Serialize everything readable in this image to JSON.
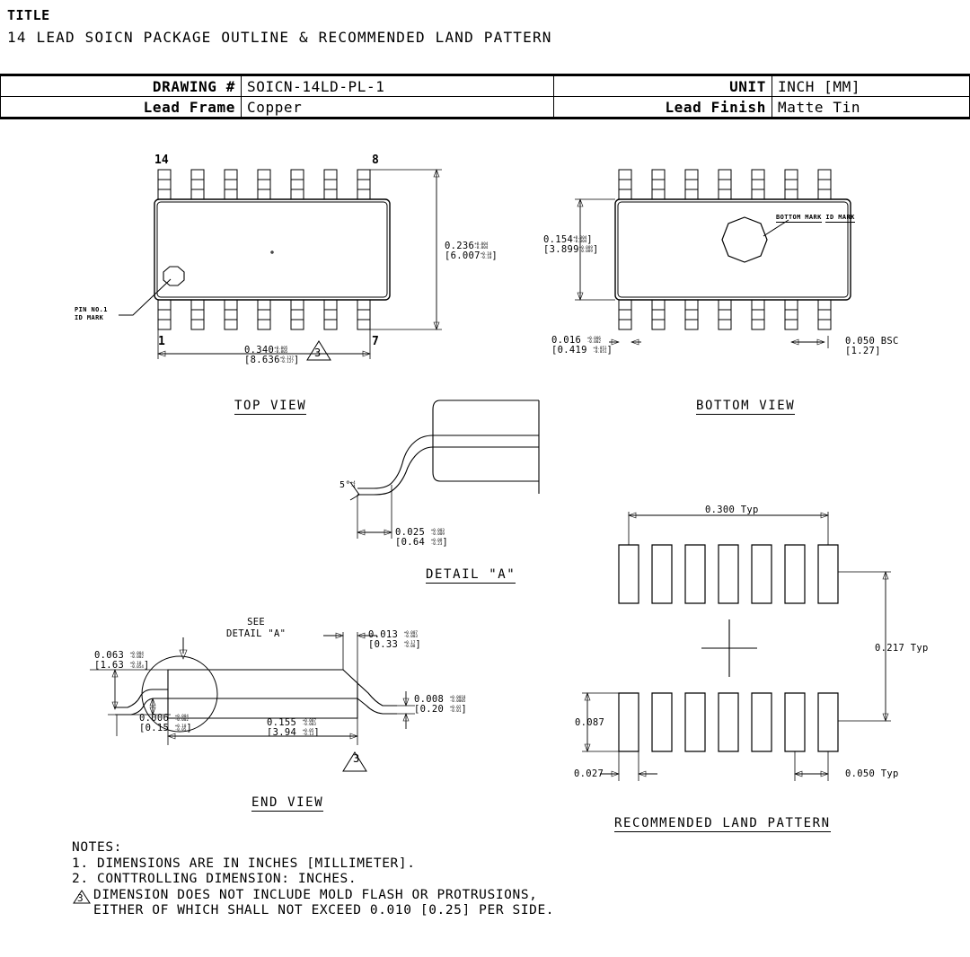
{
  "header": {
    "title_label": "TITLE",
    "title_text": "14 LEAD SOICN PACKAGE OUTLINE & RECOMMENDED LAND PATTERN",
    "table": {
      "rows": [
        {
          "label1": "DRAWING #",
          "value1": "SOICN-14LD-PL-1",
          "label2": "UNIT",
          "value2": "INCH [MM]"
        },
        {
          "label1": "Lead Frame",
          "value1": "Copper",
          "label2": "Lead Finish",
          "value2": "Matte Tin"
        }
      ]
    }
  },
  "views": {
    "top": {
      "name": "TOP VIEW",
      "pin_top_left": "14",
      "pin_top_right": "8",
      "pin_bottom_left": "1",
      "pin_bottom_right": "7",
      "id_mark_line1": "PIN NO.1",
      "id_mark_line2": "ID MARK",
      "height_inch": "0.236",
      "height_inch_tol_plus": "+0.004",
      "height_inch_tol_minus": "-0.004",
      "height_mm": "[6.007",
      "height_mm_tol_plus": "+0.10",
      "height_mm_tol_minus": "-0.10",
      "width_inch": "0.340",
      "width_inch_tol_plus": "+0.005",
      "width_inch_tol_minus": "-0.005",
      "width_mm": "[8.636",
      "width_mm_tol_plus": "+0.127",
      "width_mm_tol_minus": "-0.127",
      "note_ref": "3"
    },
    "bottom": {
      "name": "BOTTOM VIEW",
      "mark_line1": "BOTTOM MARK",
      "mark_line2": "ID MARK",
      "height_inch": "0.154",
      "height_inch_tol_plus": "+0.004",
      "height_inch_tol_minus": "-0.004",
      "height_mm": "[3.899",
      "height_mm_tol_plus": "+0.089",
      "height_mm_tol_minus": "-0.089",
      "lead_width_inch": "0.016",
      "lead_width_inch_tol_plus": "+0.006",
      "lead_width_inch_tol_minus": "-0.002",
      "lead_width_mm": "[0.419",
      "lead_width_mm_tol_plus": "+0.051",
      "lead_width_mm_tol_minus": "-0.051",
      "pitch_inch": "0.050 BSC",
      "pitch_mm": "[1.27]"
    },
    "detail_a": {
      "name": "DETAIL \"A\"",
      "angle": "5°",
      "angle_tol_plus": "+4",
      "angle_tol_minus": "-4",
      "len_inch": "0.025",
      "len_inch_tol_plus": "+0.003",
      "len_inch_tol_minus": "-0.009",
      "len_mm": "[0.64",
      "len_mm_tol_plus": "+0.08",
      "len_mm_tol_minus": "-0.23"
    },
    "end": {
      "name": "END VIEW",
      "see_line1": "SEE",
      "see_line2": "DETAIL \"A\"",
      "height_inch": "0.063",
      "height_inch_tol_plus": "+0.004",
      "height_inch_tol_minus": "-0.002",
      "height_mm": "[1.63",
      "height_mm_tol_plus": "+0.10",
      "height_mm_tol_minus": "-0.054",
      "standoff_inch": "0.006",
      "standoff_inch_tol_plus": "+0.004",
      "standoff_inch_tol_minus": "-0.002",
      "standoff_mm": "[0.15",
      "standoff_mm_tol_plus": "+0.10",
      "standoff_mm_tol_minus": "-0.05",
      "body_inch": "0.155",
      "body_inch_tol_plus": "+0.007",
      "body_inch_tol_minus": "-0.003",
      "body_mm": "[3.94",
      "body_mm_tol_plus": "+0.05",
      "body_mm_tol_minus": "-0.13",
      "lead_thk_inch": "0.013",
      "lead_thk_inch_tol_plus": "+0.007",
      "lead_thk_inch_tol_minus": "-0.003",
      "lead_thk_mm": "[0.33",
      "lead_thk_mm_tol_plus": "+0.17",
      "lead_thk_mm_tol_minus": "-0.08",
      "foot_inch": "0.008",
      "foot_inch_tol_plus": "+0.0018",
      "foot_inch_tol_minus": "-0.0005",
      "foot_mm": "[0.20",
      "foot_mm_tol_plus": "+0.02",
      "foot_mm_tol_minus": "-0.01",
      "note_ref": "3"
    },
    "land": {
      "name": "RECOMMENDED LAND PATTERN",
      "span_x": "0.300  Typ",
      "span_y": "0.217 Typ",
      "pad_len": "0.087",
      "pad_width": "0.027",
      "pitch": "0.050 Typ"
    }
  },
  "notes": {
    "heading": "NOTES:",
    "items": [
      "1. DIMENSIONS ARE IN INCHES [MILLIMETER].",
      "2. CONTTROLLING DIMENSION: INCHES.",
      "DIMENSION DOES NOT INCLUDE MOLD FLASH OR PROTRUSIONS,",
      "EITHER OF WHICH SHALL NOT EXCEED 0.010 [0.25] PER SIDE."
    ],
    "note3_marker": "3"
  }
}
